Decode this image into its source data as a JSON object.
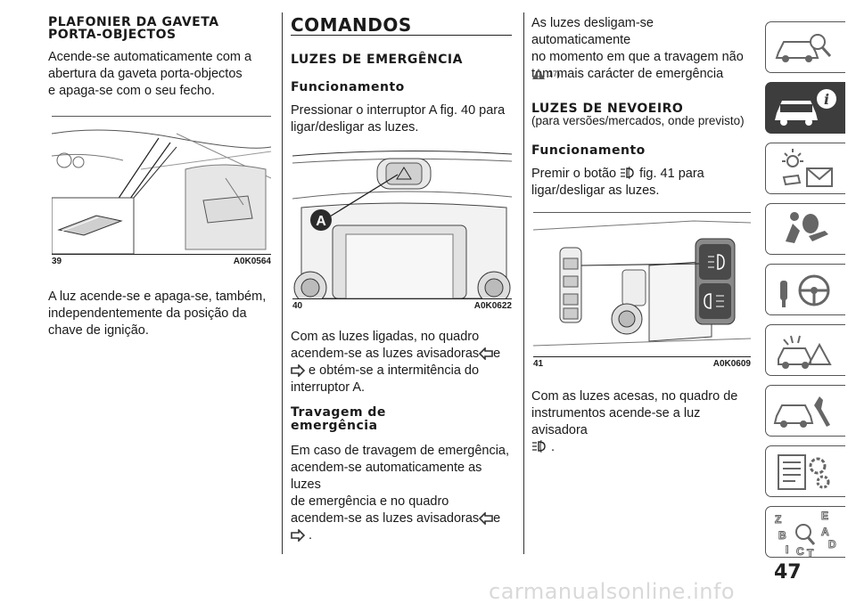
{
  "col1": {
    "heading": "PLAFONIER DA GAVETA\nPORTA-OBJECTOS",
    "heading_line1": "PLAFONIER DA GAVETA",
    "heading_line2": "PORTA-OBJECTOS",
    "para1_l1": "Acende-se automaticamente com a",
    "para1_l2": "abertura da gaveta porta-objectos",
    "para1_l3": "e apaga-se com o seu fecho.",
    "fig_num": "39",
    "fig_code": "A0K0564",
    "para2_l1": "A luz acende-se e apaga-se, também,",
    "para2_l2": "independentemente da posição da",
    "para2_l3": "chave de ignição."
  },
  "col2": {
    "title": "COMANDOS",
    "sub1": "LUZES DE EMERGÊNCIA",
    "sub2": "Funcionamento",
    "para1_l1": "Pressionar o interruptor A fig. 40 para",
    "para1_l2": "ligar/desligar as luzes.",
    "fig_num": "40",
    "fig_code": "A0K0622",
    "fig_label": "A",
    "para2_l1": "Com as luzes ligadas, no quadro",
    "para2_l2a": "acendem-se as luzes avisadoras",
    "para2_l2b": "e",
    "para2_l3": "e obtém-se a intermitência do",
    "para2_l4": "interruptor A.",
    "sub3_l1": "Travagem de",
    "sub3_l2": "emergência",
    "para3_l1": "Em caso de travagem de emergência,",
    "para3_l2": "acendem-se automaticamente as luzes",
    "para3_l3": "de emergência e no quadro",
    "para3_l4a": "acendem-se as luzes avisadoras",
    "para3_l4b": "e",
    "para3_l5": "."
  },
  "col3": {
    "para1_l1": "As luzes desligam-se automaticamente",
    "para1_l2": "no momento em que a travagem não",
    "para1_l3": "tem mais carácter de emergência",
    "note_ref": "17)",
    "sub1": "LUZES DE NEVOEIRO",
    "sub1_note": "(para versões/mercados, onde previsto)",
    "sub2": "Funcionamento",
    "para2_l1a": "Premir o botão",
    "para2_l1b": "fig. 41 para",
    "para2_l2": "ligar/desligar as luzes.",
    "fig_num": "41",
    "fig_code": "A0K0609",
    "para3_l1": "Com as luzes acesas, no quadro de",
    "para3_l2": "instrumentos acende-se a luz avisadora",
    "para3_l3": "."
  },
  "page_number": "47",
  "watermark": "carmanualsonline.info",
  "tabs": [
    {
      "icon": "car-search-icon",
      "active": false
    },
    {
      "icon": "car-info-icon",
      "active": true
    },
    {
      "icon": "warning-lights-icon",
      "active": false
    },
    {
      "icon": "airbag-passenger-icon",
      "active": false
    },
    {
      "icon": "key-steering-icon",
      "active": false
    },
    {
      "icon": "accident-icon",
      "active": false
    },
    {
      "icon": "car-service-icon",
      "active": false
    },
    {
      "icon": "specifications-icon",
      "active": false
    },
    {
      "icon": "index-letters-icon",
      "active": false
    }
  ],
  "colors": {
    "accent": "#3d3d3d",
    "warning_icon": "#555555"
  }
}
